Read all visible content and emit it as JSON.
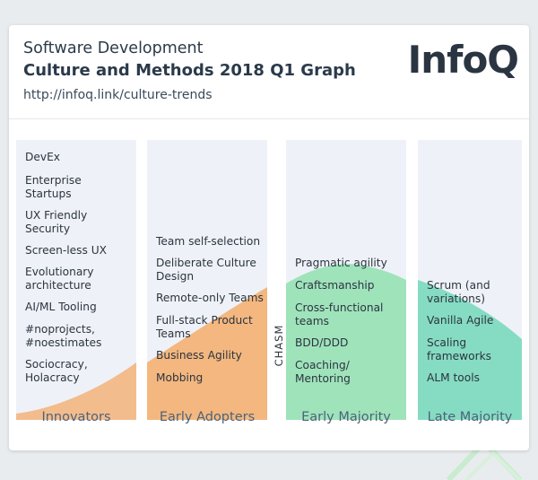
{
  "header": {
    "title_line1": "Software Development",
    "title_line2": "Culture and Methods 2018 Q1 Graph",
    "url": "http://infoq.link/culture-trends",
    "logo": "InfoQ"
  },
  "chasm_label": "CHASM",
  "colors": {
    "innovators_fill": "#f2b887",
    "early_adopters_fill": "#f3b77f",
    "early_majority_fill": "#9fe3bb",
    "late_majority_fill": "#86dcc3",
    "column_bg": "#eef2f8",
    "label_text": "#4c6478"
  },
  "columns": [
    {
      "label": "Innovators",
      "items": [
        "DevEx",
        "Enterprise\nStartups",
        "UX Friendly\nSecurity",
        "Screen-less UX",
        "Evolutionary\narchitecture",
        "AI/ML Tooling",
        "#noprojects,\n#noestimates",
        "Sociocracy,\nHolacracy"
      ]
    },
    {
      "label": "Early Adopters",
      "items": [
        "Team self-selection",
        "Deliberate Culture\nDesign",
        "Remote-only Teams",
        "Full-stack Product\nTeams",
        "Business Agility",
        "Mobbing"
      ]
    },
    {
      "label": "Early Majority",
      "items": [
        "Pragmatic agility",
        "Craftsmanship",
        "Cross-functional\nteams",
        "BDD/DDD",
        "Coaching/\nMentoring"
      ]
    },
    {
      "label": "Late Majority",
      "items": [
        "Scrum (and\nvariations)",
        "Vanilla Agile",
        "Scaling\nframeworks",
        "ALM tools"
      ]
    }
  ]
}
